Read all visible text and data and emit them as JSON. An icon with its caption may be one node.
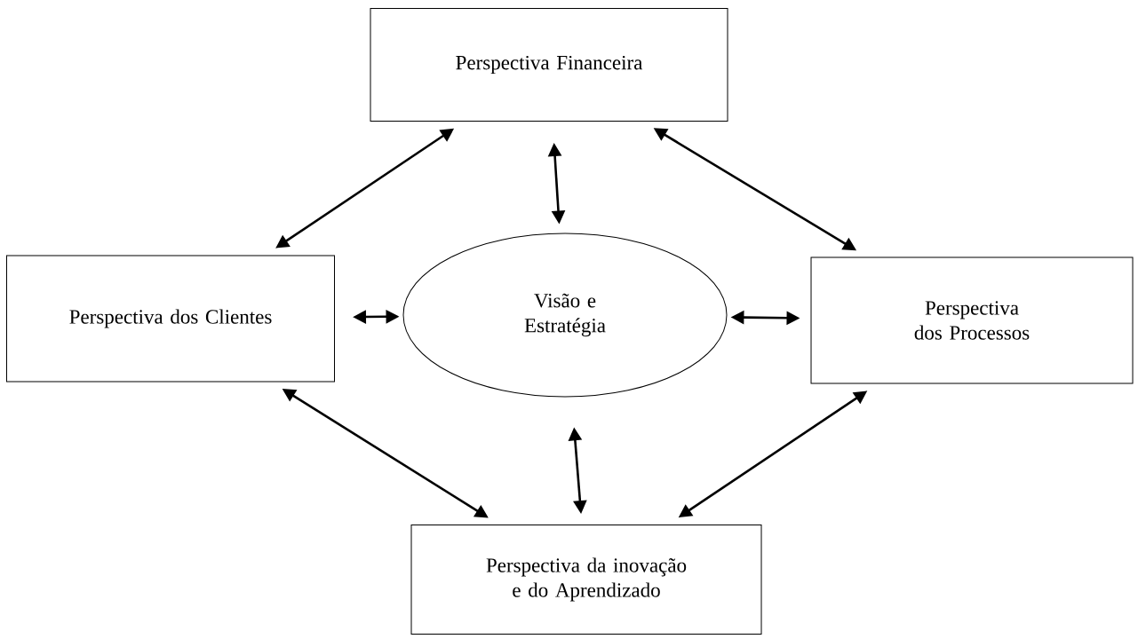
{
  "diagram": {
    "nodes": [
      {
        "text": [
          "Perspectiva Financeira"
        ]
      },
      {
        "text": [
          "Perspectiva dos Clientes"
        ]
      },
      {
        "text": [
          "Visão e Estratégia"
        ]
      },
      {
        "text": [
          "Perspectiva dos Processos"
        ]
      },
      {
        "text": [
          "Perspectiva da inovação e do Aprendizado"
        ]
      }
    ],
    "edges": [
      {
        "from": 0,
        "to": 1,
        "arrow": "both"
      },
      {
        "from": 0,
        "to": 2,
        "arrow": "both"
      },
      {
        "from": 0,
        "to": 3,
        "arrow": "both"
      },
      {
        "from": 1,
        "to": 2,
        "arrow": "both"
      },
      {
        "from": 2,
        "to": 3,
        "arrow": "both"
      },
      {
        "from": 1,
        "to": 4,
        "arrow": "both"
      },
      {
        "from": 2,
        "to": 4,
        "arrow": "both"
      },
      {
        "from": 3,
        "to": 4,
        "arrow": "both"
      }
    ]
  }
}
